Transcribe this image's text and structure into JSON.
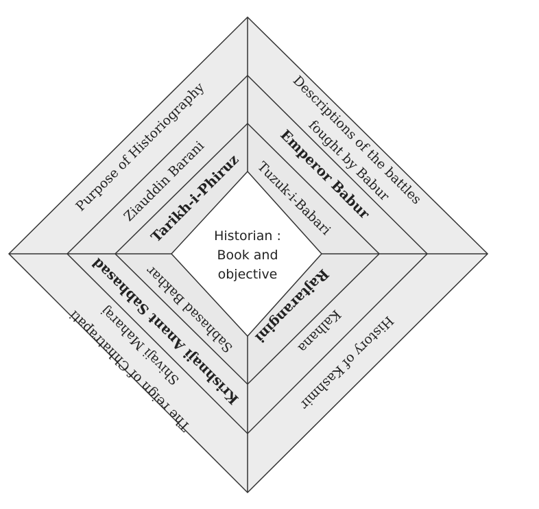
{
  "center": {
    "line1": "Historian :",
    "line2": "Book and",
    "line3": "objective"
  },
  "quadrants": {
    "top_left": {
      "objective": "Purpose of Historiography",
      "historian": "Ziauddin Barani",
      "book": "Tarikh-i-Phiruz"
    },
    "top_right": {
      "objective_line1": "Descriptions of the battles",
      "objective_line2": "fought by Babur",
      "historian": "Emperor Babur",
      "book": "Tuzuk-i-Babari"
    },
    "bottom_right": {
      "objective": "History of Kashmir",
      "historian": "Kalhana",
      "book": "Rajtarangini"
    },
    "bottom_left": {
      "objective_line1": "The reign of Chhatrapati",
      "objective_line2": "Shivaji Maharaj",
      "historian": "Krishnaji Anant Sabhasad",
      "book": "Sabhasad Bakhar"
    }
  }
}
